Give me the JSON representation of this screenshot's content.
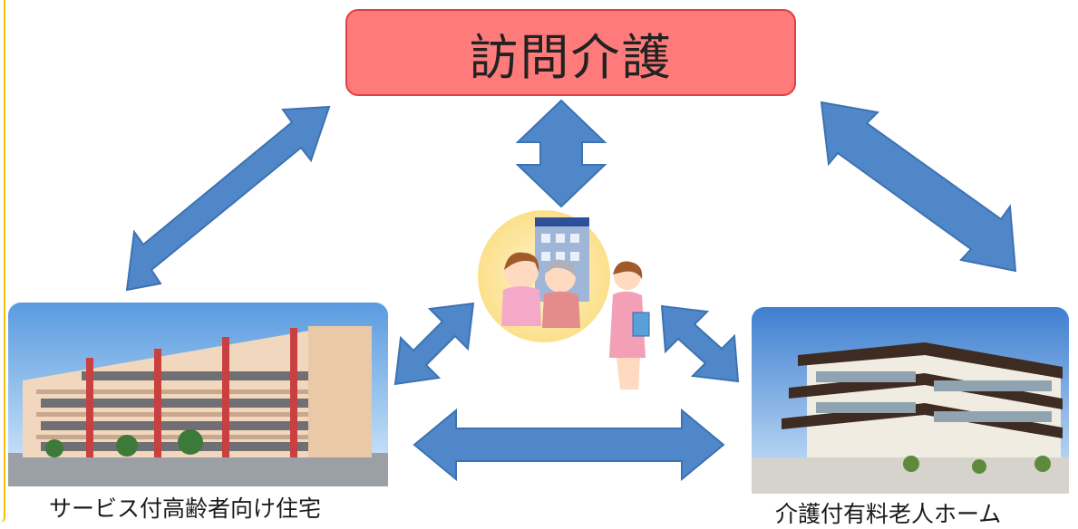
{
  "title": "訪問介護",
  "left_facility": {
    "label": "サービス付高齢者向け住宅",
    "icon": "apartment-building-image"
  },
  "right_facility": {
    "label": "介護付有料老人ホーム",
    "icon": "nursing-home-building-image"
  },
  "center": {
    "icon": "caregiver-and-elderly-illustration"
  },
  "colors": {
    "title_fill": "#ff7b7b",
    "title_border": "#e04040",
    "arrow": "#4f87c8",
    "arrow_border": "#3d72b3"
  }
}
